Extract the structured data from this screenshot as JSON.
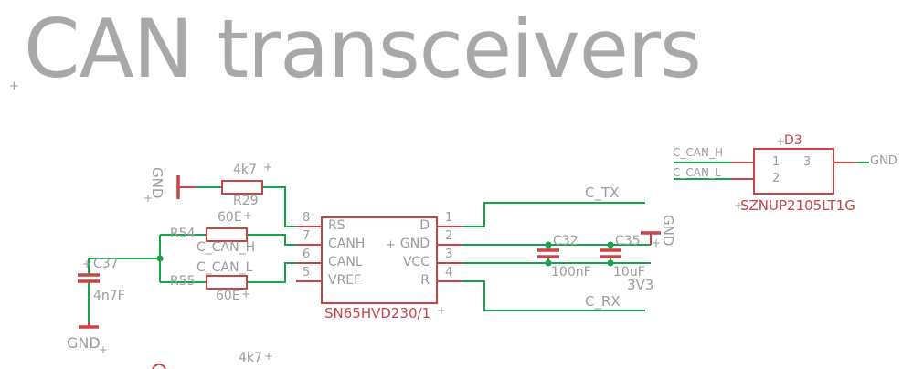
{
  "title": {
    "text": "CAN transceivers"
  },
  "colors": {
    "net": "#16a34a",
    "symbol": "#c94444",
    "label": "#9b9b9b",
    "title": "#a8a8a8"
  },
  "glyphs": {
    "origin_cross": "+"
  },
  "nets": {
    "c_tx": "C_TX",
    "c_rx": "C_RX",
    "c_can_h": "C_CAN_H",
    "c_can_l": "C_CAN_L",
    "v3v3": "3V3",
    "gnd": "GND"
  },
  "components": {
    "r29": {
      "ref": "R29",
      "value": "4k7"
    },
    "r54": {
      "ref": "R54",
      "value": "60E"
    },
    "r55": {
      "ref": "R55",
      "value": "60E"
    },
    "c37": {
      "ref": "C37",
      "value": "4n7F"
    },
    "c32": {
      "ref": "C32",
      "value": "100nF"
    },
    "c35": {
      "ref": "C35",
      "value": "10uF"
    },
    "ic": {
      "ref": "SN65HVD230/1",
      "left_pins": [
        {
          "num": "8",
          "name": "RS"
        },
        {
          "num": "7",
          "name": "CANH"
        },
        {
          "num": "6",
          "name": "CANL"
        },
        {
          "num": "5",
          "name": "VREF"
        }
      ],
      "right_pins": [
        {
          "num": "1",
          "name": "D"
        },
        {
          "num": "2",
          "name": "GND"
        },
        {
          "num": "3",
          "name": "VCC"
        },
        {
          "num": "4",
          "name": "R"
        }
      ]
    },
    "d3": {
      "ref": "D3",
      "part": "SZNUP2105LT1G",
      "pins": {
        "p1": "1",
        "p2": "2",
        "p3": "3"
      }
    },
    "r_bottom": {
      "value": "4k7"
    }
  }
}
